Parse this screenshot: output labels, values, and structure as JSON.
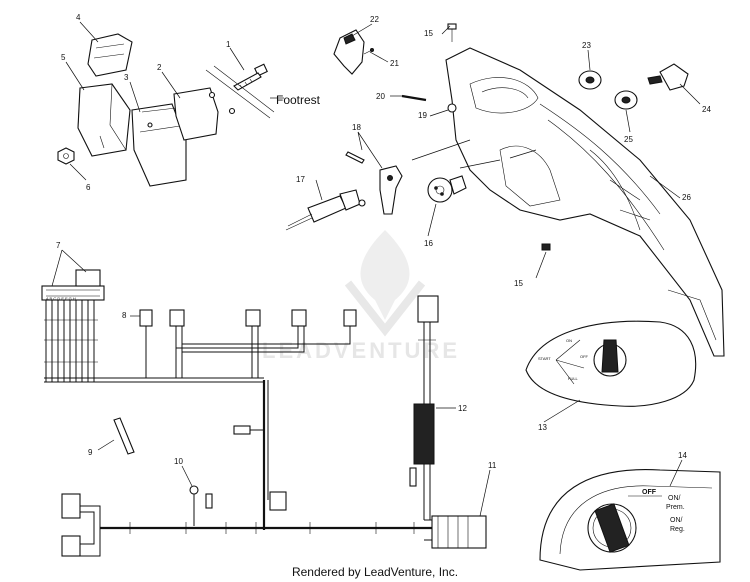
{
  "callouts": {
    "c1": "1",
    "c2": "2",
    "c3": "3",
    "c4": "4",
    "c5": "5",
    "c6": "6",
    "c7": "7",
    "c8": "8",
    "c9": "9",
    "c10": "10",
    "c11": "11",
    "c12": "12",
    "c13": "13",
    "c14": "14",
    "c15a": "15",
    "c15b": "15",
    "c16": "16",
    "c17": "17",
    "c18": "18",
    "c19": "19",
    "c20": "20",
    "c21": "21",
    "c22": "22",
    "c23": "23",
    "c24": "24",
    "c25": "25",
    "c26": "26"
  },
  "labels": {
    "footrest": "Footrest"
  },
  "switch_panel_13": {
    "marks": [
      "ON",
      "START",
      "OFF",
      "FULL"
    ]
  },
  "switch_panel_14": {
    "off": "OFF",
    "on_prem": "ON/\nPrem.",
    "on_prem_line1": "ON/",
    "on_prem_line2": "Prem.",
    "on_reg_line1": "ON/",
    "on_reg_line2": "Reg."
  },
  "watermark": "LEADVENTURE",
  "footer": "Rendered by LeadVenture, Inc."
}
